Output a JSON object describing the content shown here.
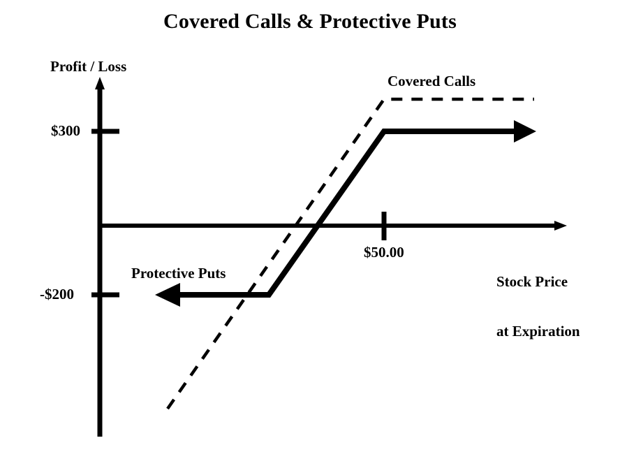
{
  "chart_data": {
    "type": "line",
    "title": "Covered Calls & Protective Puts",
    "xlabel": "Stock Price at Expiration",
    "xlabel_line1": "Stock Price",
    "xlabel_line2": "at Expiration",
    "ylabel": "Profit / Loss",
    "grid": false,
    "legend_position": "inline-annotations",
    "x_ticks": [
      {
        "label": "$50.00",
        "value": 50
      }
    ],
    "y_ticks": [
      {
        "label": "$300",
        "value": 300
      },
      {
        "label": "-$200",
        "value": -200
      }
    ],
    "ylim": [
      -700,
      520
    ],
    "xlim": [
      0,
      100
    ],
    "strike_price": 50,
    "series": [
      {
        "name": "Protective Puts",
        "style": "solid",
        "color": "#000000",
        "arrow_start": true,
        "arrow_end": true,
        "points": [
          {
            "x": 17,
            "y": -200
          },
          {
            "x": 37,
            "y": -200
          },
          {
            "x": 50,
            "y": 300
          },
          {
            "x": 78,
            "y": 300
          }
        ]
      },
      {
        "name": "Covered Calls",
        "style": "dashed",
        "color": "#000000",
        "arrow_start": false,
        "arrow_end": false,
        "points": [
          {
            "x": 19,
            "y": -560
          },
          {
            "x": 50,
            "y": 400
          },
          {
            "x": 78,
            "y": 400
          }
        ]
      }
    ],
    "annotations": [
      {
        "name": "Covered Calls",
        "text": "Covered Calls"
      },
      {
        "name": "Protective Puts",
        "text": "Protective Puts"
      }
    ],
    "colors": {
      "background": "#ffffff",
      "axis": "#000000",
      "series": "#000000"
    }
  },
  "labels": {
    "title": "Covered Calls & Protective Puts",
    "y_axis": "Profit / Loss",
    "x_axis_line1": "Stock Price",
    "x_axis_line2": "at Expiration",
    "y_tick_300": "$300",
    "y_tick_neg200": "-$200",
    "x_tick_strike": "$50.00",
    "annotation_covered_calls": "Covered Calls",
    "annotation_protective_puts": "Protective Puts"
  }
}
